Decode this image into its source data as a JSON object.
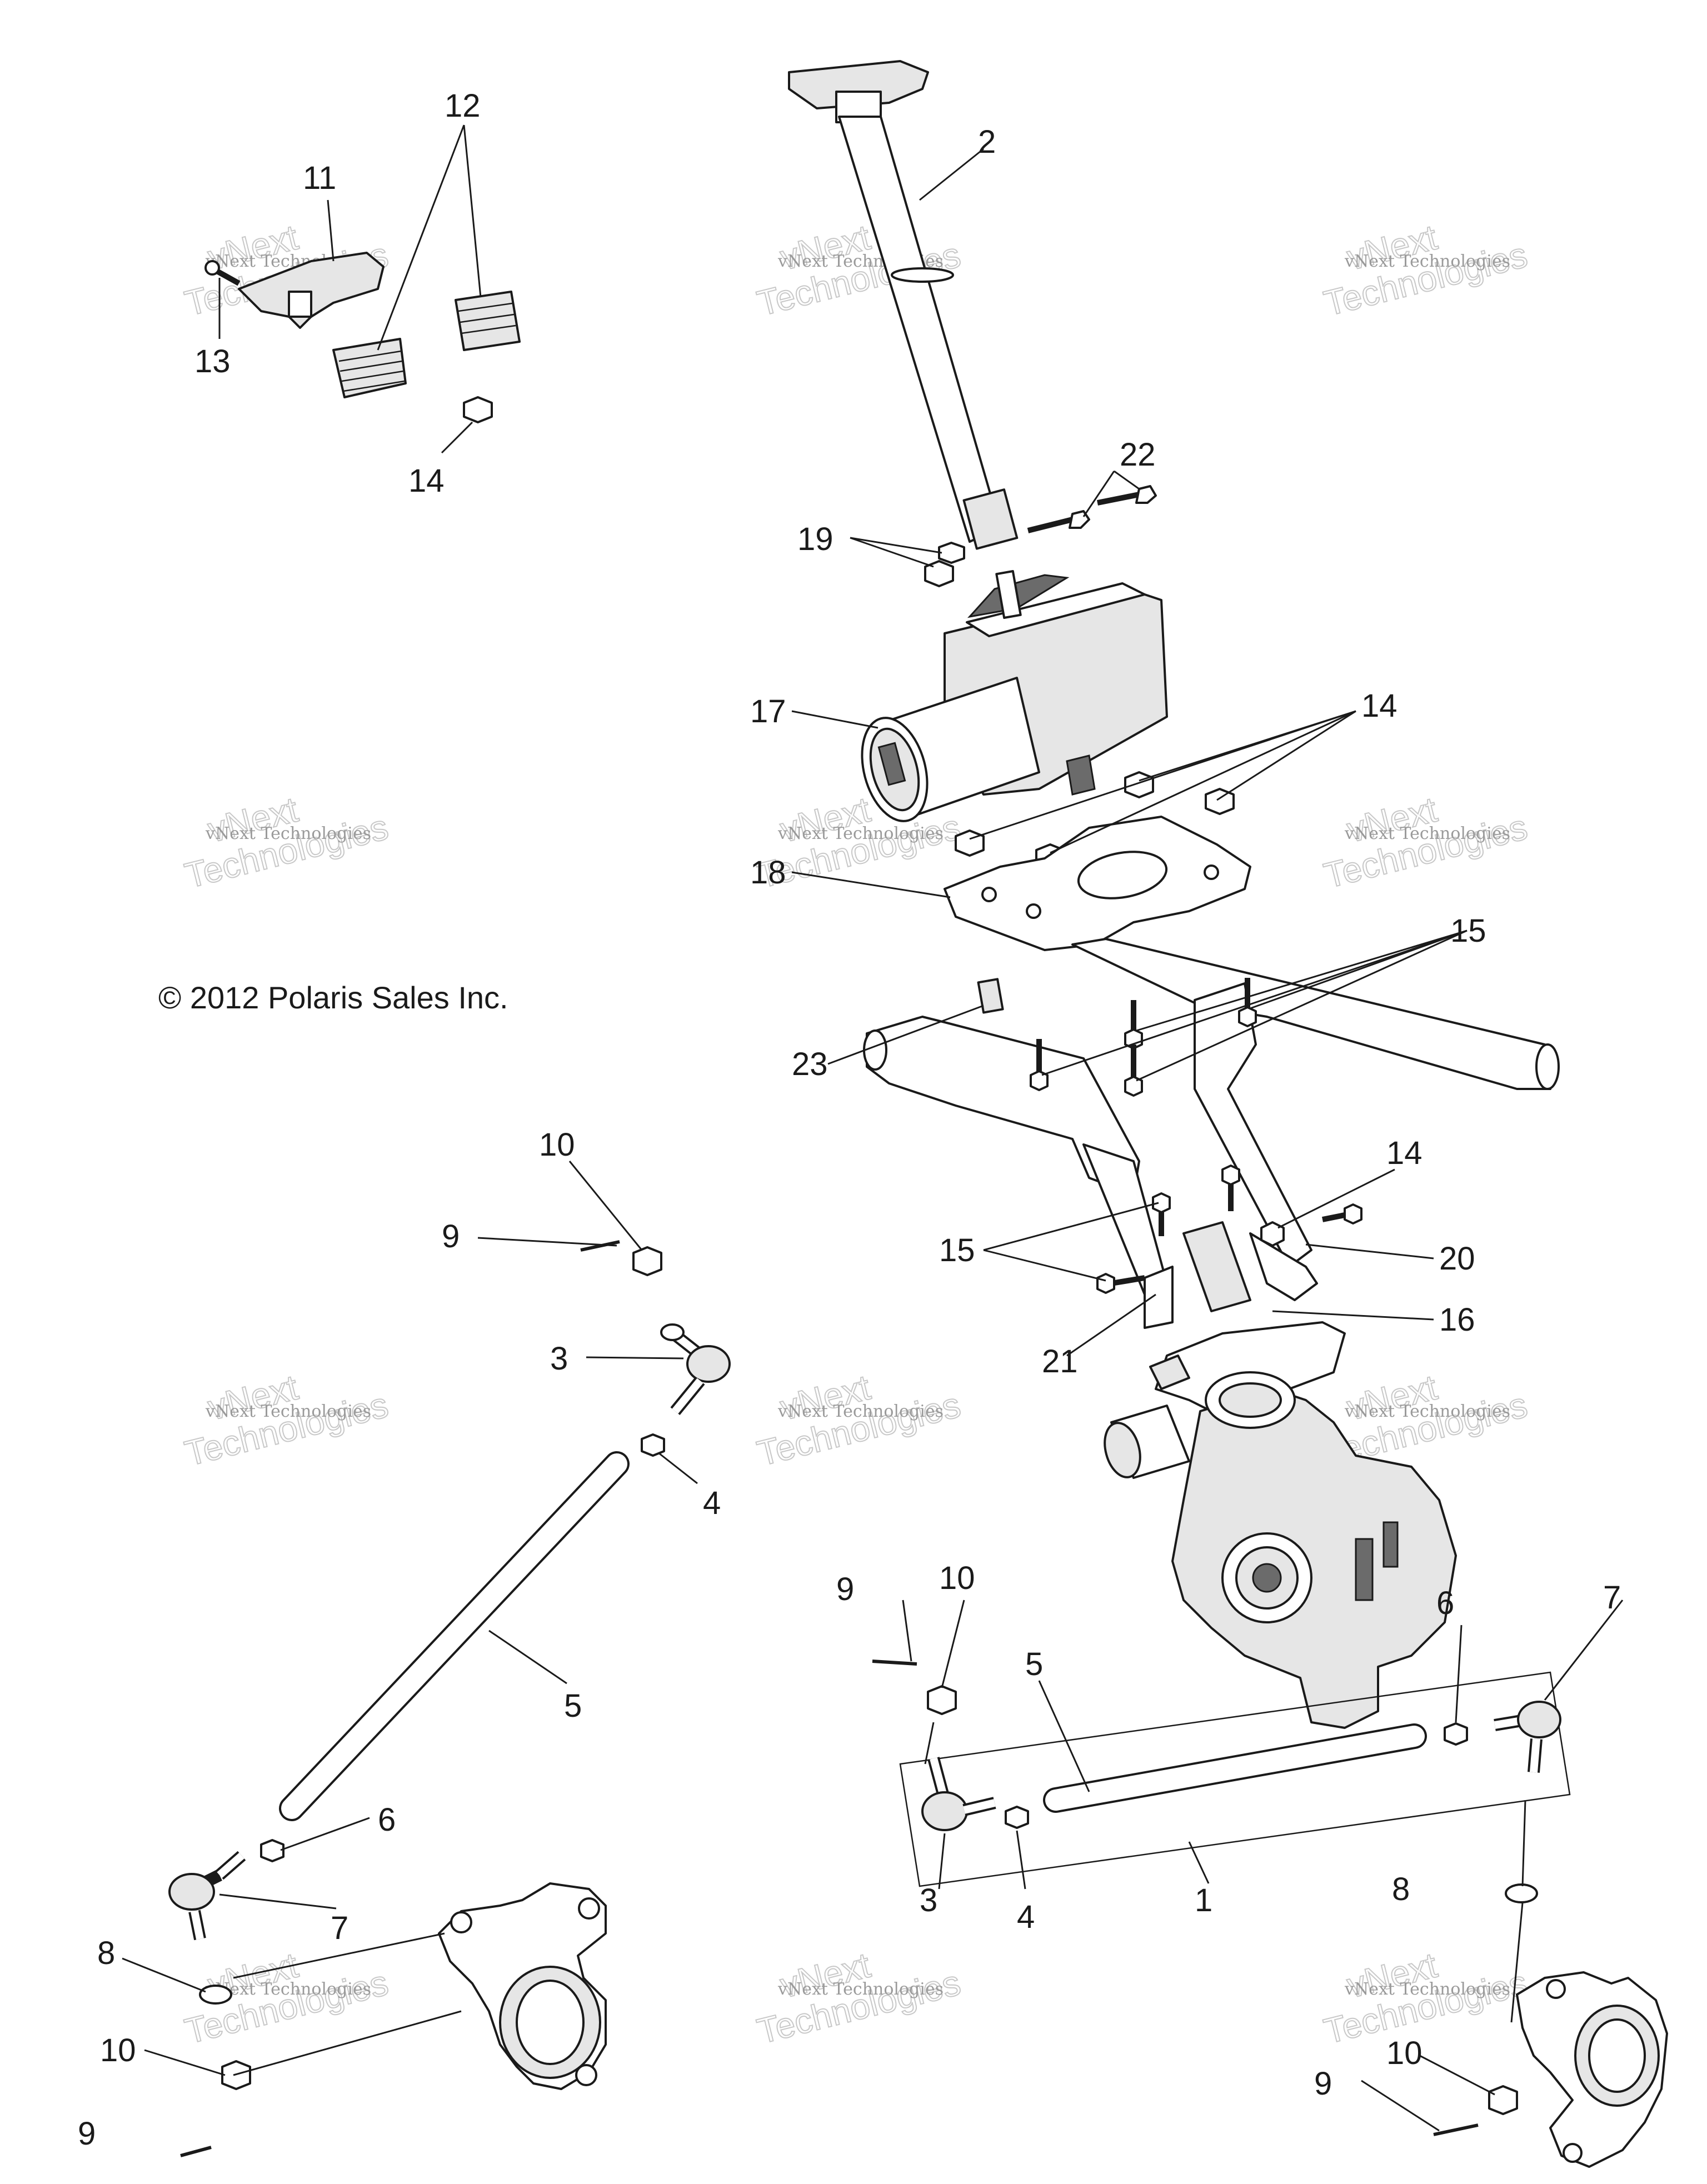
{
  "copyright": "© 2012 Polaris Sales Inc.",
  "watermark": {
    "line1": "vNext",
    "line2": "Technologies",
    "small": "vNext Technologies"
  },
  "callouts": {
    "c1": "1",
    "c2": "2",
    "c3a": "3",
    "c3b": "3",
    "c4a": "4",
    "c4b": "4",
    "c5a": "5",
    "c5b": "5",
    "c6a": "6",
    "c6b": "6",
    "c7a": "7",
    "c7b": "7",
    "c8a": "8",
    "c8b": "8",
    "c9a": "9",
    "c9b": "9",
    "c9c": "9",
    "c9d": "9",
    "c10a": "10",
    "c10b": "10",
    "c10c": "10",
    "c10d": "10",
    "c11": "11",
    "c12": "12",
    "c13": "13",
    "c14a": "14",
    "c14b": "14",
    "c14c": "14",
    "c15a": "15",
    "c15b": "15",
    "c16": "16",
    "c17": "17",
    "c18": "18",
    "c19": "19",
    "c20": "20",
    "c21": "21",
    "c22": "22",
    "c23": "23"
  }
}
